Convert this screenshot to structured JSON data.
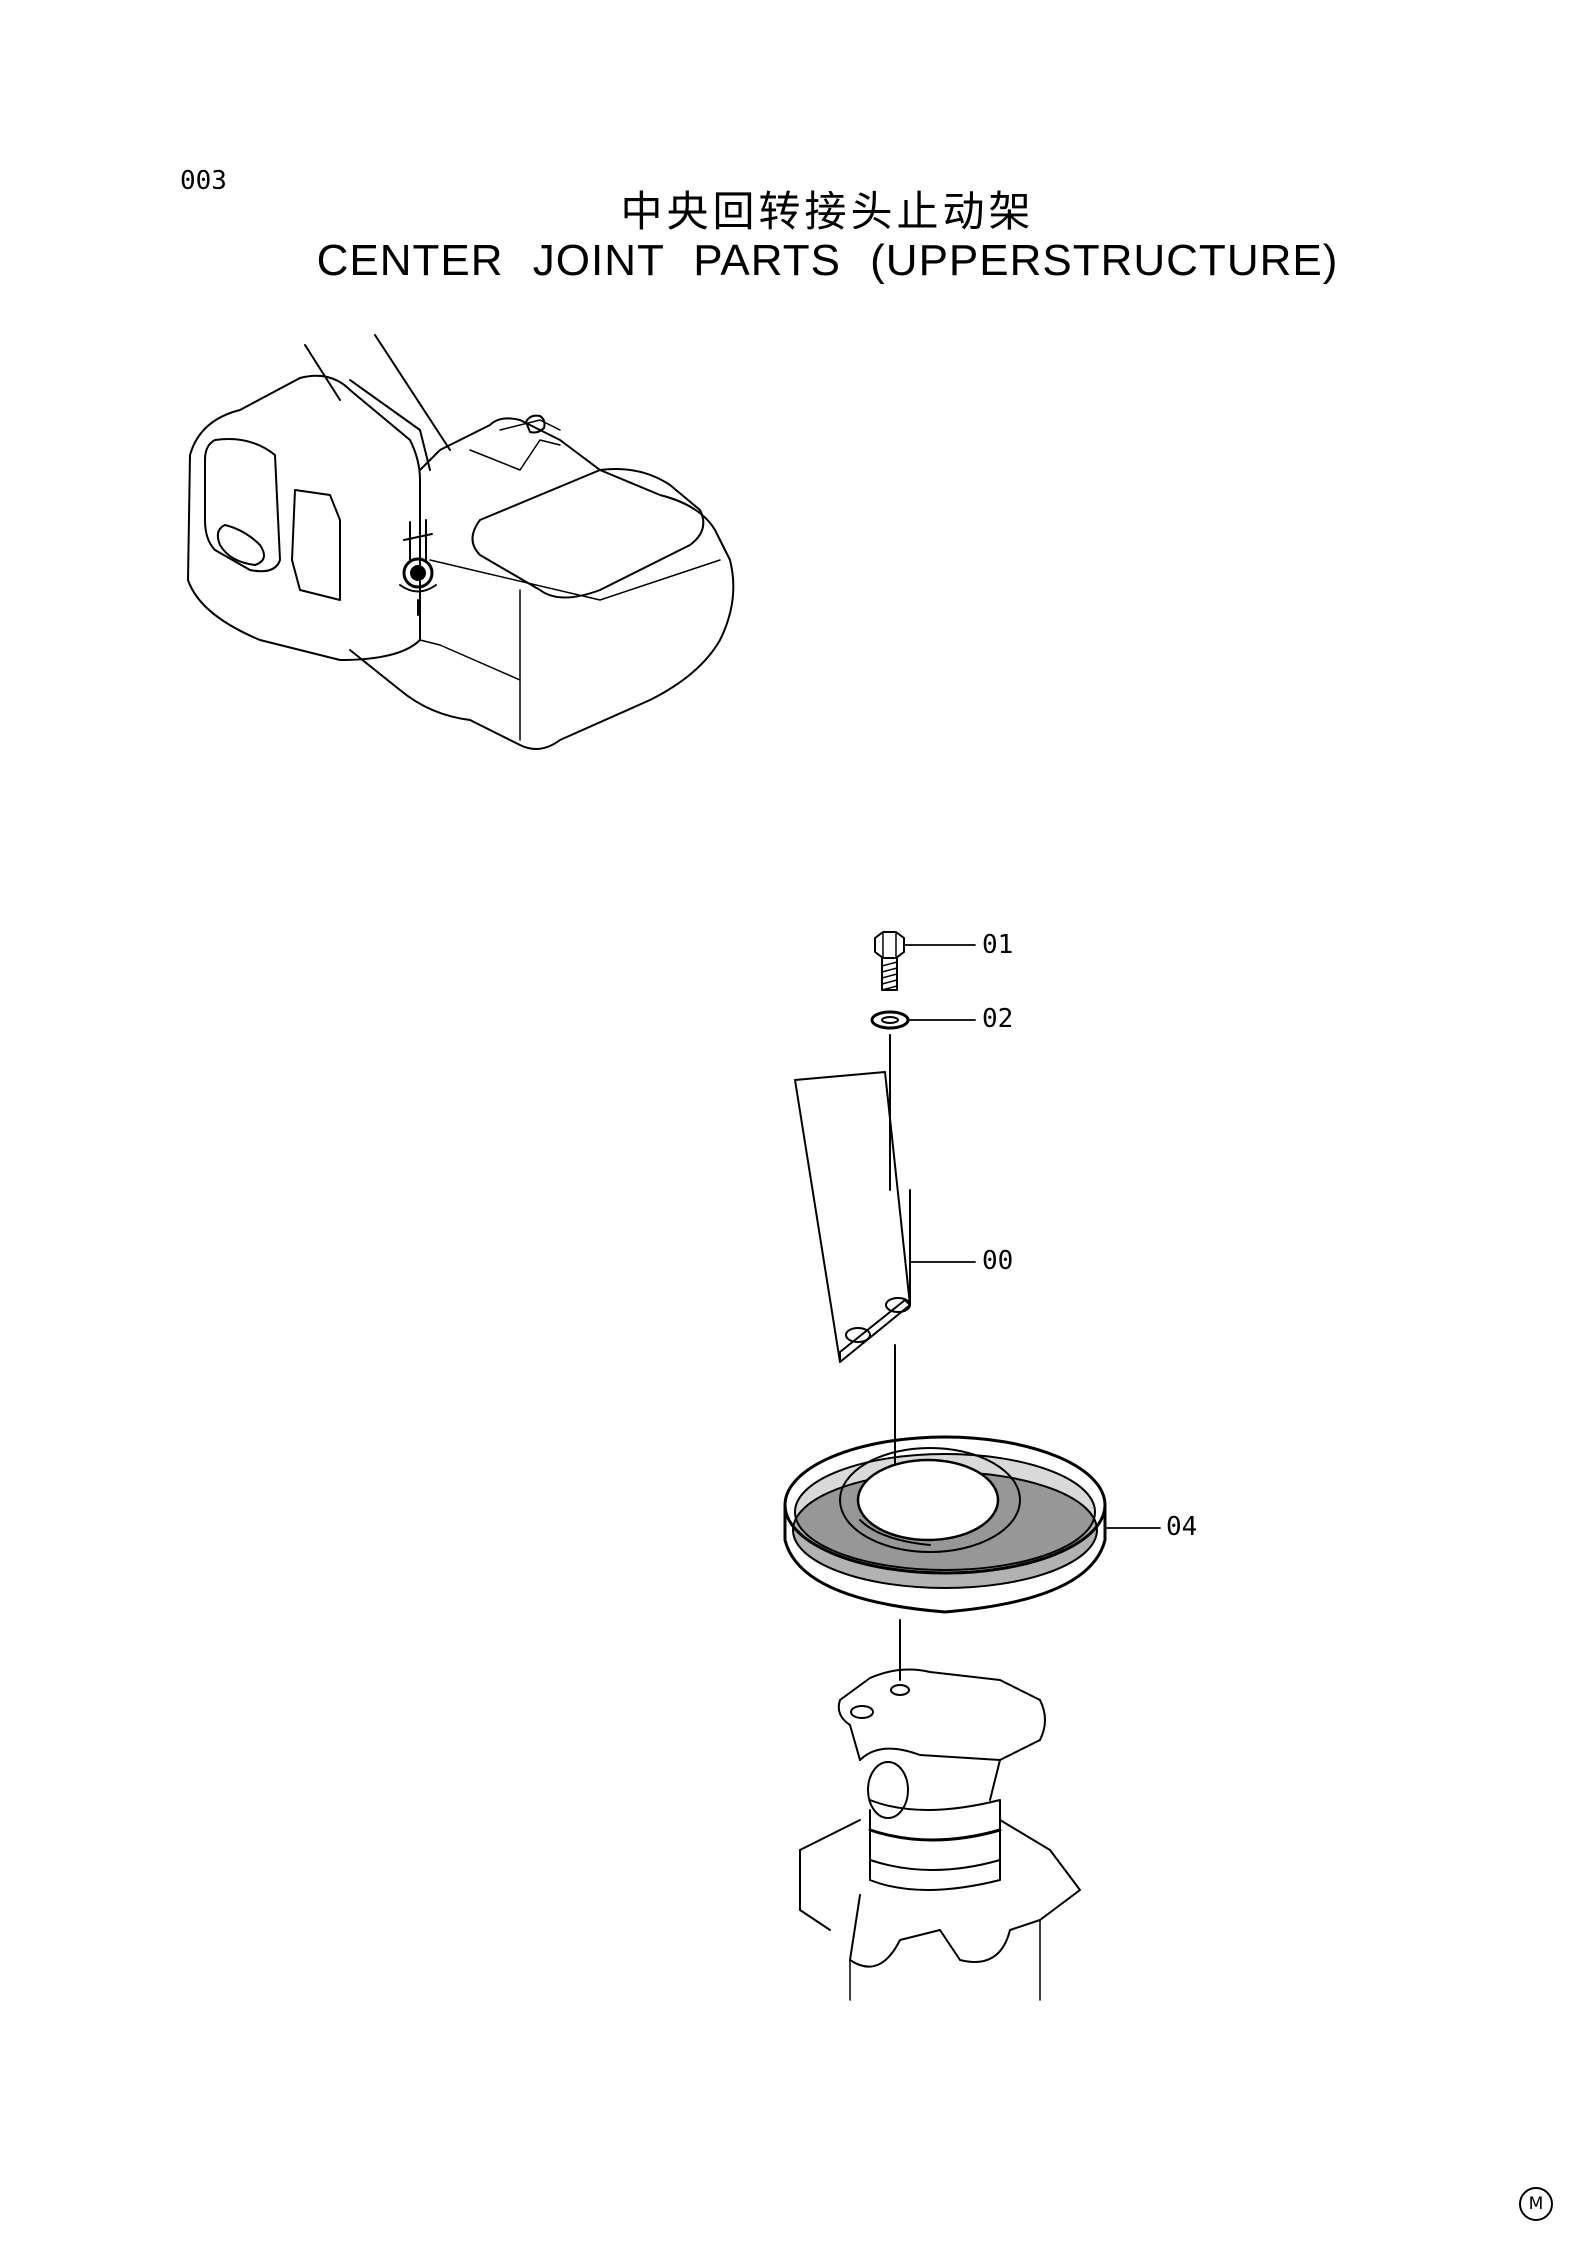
{
  "header": {
    "page_number": "003",
    "title_cn": "中央回转接头止动架",
    "title_en": "CENTER JOINT PARTS (UPPERSTRUCTURE)"
  },
  "callouts": [
    {
      "id": "bolt",
      "label": "01"
    },
    {
      "id": "washer",
      "label": "02"
    },
    {
      "id": "bracket",
      "label": "00"
    },
    {
      "id": "seal",
      "label": "04"
    }
  ],
  "footer": {
    "mark": "M"
  }
}
